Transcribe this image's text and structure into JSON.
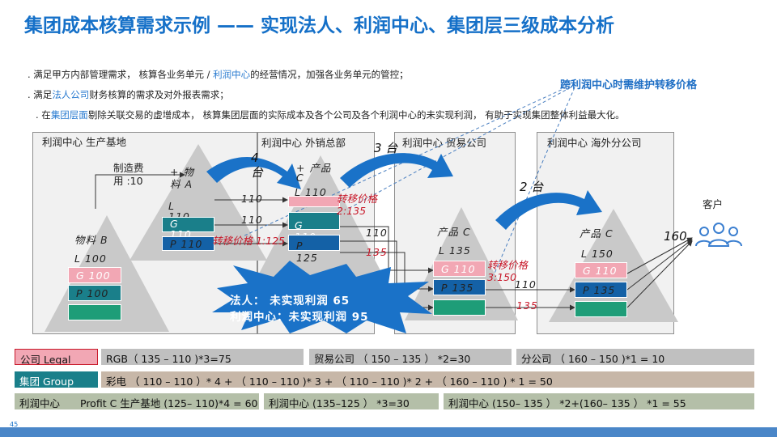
{
  "title": "集团成本核算需求示例 —— 实现法人、利润中心、集团层三级成本分析",
  "bullets": [
    {
      "prefix": ". 满足甲方内部管理需求， 核算各业务单元 / ",
      "highlight": "利润中心",
      "suffix": "的经营情况，加强各业务单元的管控；"
    },
    {
      "prefix": ". 满足",
      "highlight": "法人公司",
      "suffix": "财务核算的需求及对外报表需求；"
    },
    {
      "prefix": ". 在",
      "highlight": "集团层面",
      "suffix": "剔除关联交易的虚增成本， 核算集团层面的实际成本及各个公司及各个利润中心的未实现利润， 有助于实现集团整体利益最大化。"
    }
  ],
  "transfer_note": "跨利润中心时需维护转移价格",
  "panels": [
    {
      "title": "利润中心 生产基地"
    },
    {
      "title": "利润中心 外销总部"
    },
    {
      "title": "利润中心  贸易公司"
    },
    {
      "title": "利润中心 海外分公司"
    }
  ],
  "manufacturing_fee": "制造费用 :10",
  "product_b": {
    "name": "物料 B",
    "l": "L 100",
    "g": "G 100",
    "p": "P 100"
  },
  "product_a": {
    "name": "+ 物料 A",
    "l": "L 110",
    "g": "G 110",
    "p": "P 110"
  },
  "hq_product": {
    "name": "+ 产品 C",
    "l": "L 110",
    "g": "G 110",
    "p": "P 125"
  },
  "trade_product": {
    "name": "产品 C",
    "l": "L 135",
    "g": "G 110",
    "p": "P 135"
  },
  "overseas_product": {
    "name": "产品 C",
    "l": "L 150",
    "g": "G 110",
    "p": "P 135"
  },
  "counts": {
    "c1": "4 台",
    "c2": "3 台",
    "c3": "2 台",
    "c4": "160"
  },
  "flow_values": {
    "v1": "110",
    "v2": "110",
    "v3": "110",
    "v4": "135",
    "v5": "110",
    "v6": "135"
  },
  "transfer_prices": {
    "t1": "转移价格 1:125",
    "t2": "转移价格 2:135",
    "t3": "转移价格 3:150"
  },
  "customer_label": "客户",
  "starburst": {
    "line1": "法人： 未实现利润 65",
    "line2": "利润中心：未实现利润 95"
  },
  "summary": {
    "legal": {
      "label": "公司 Legal",
      "c1": "RGB（ 135 – 110 )*3=75",
      "c2": "贸易公司   （ 150 – 135 ） *2=30",
      "c3": "分公司 （ 160 – 150 )*1  = 10"
    },
    "group": {
      "label": "集团 Group",
      "c1": "彩电     （ 110 – 110 ）* 4   + （ 110 – 110 )* 3   + （ 110 – 110 )* 2   + （ 160 – 110 ) * 1   = 50"
    },
    "profit": {
      "label": "利润中心",
      "c1": "Profit C 生产基地  (125– 110)*4 = 60",
      "c2": "利润中心   (135–125 ） *3=30",
      "c3": "利润中心    (150– 135 ） *2+(160– 135 ） *1 = 55"
    }
  },
  "page_number": "45",
  "colors": {
    "title": "#1570c8",
    "pink": "#f2a7b4",
    "teal": "#1a7f8a",
    "blue": "#1461a6",
    "green": "#1e9d78",
    "red": "#c8192a",
    "arrow": "#1a72c8"
  }
}
